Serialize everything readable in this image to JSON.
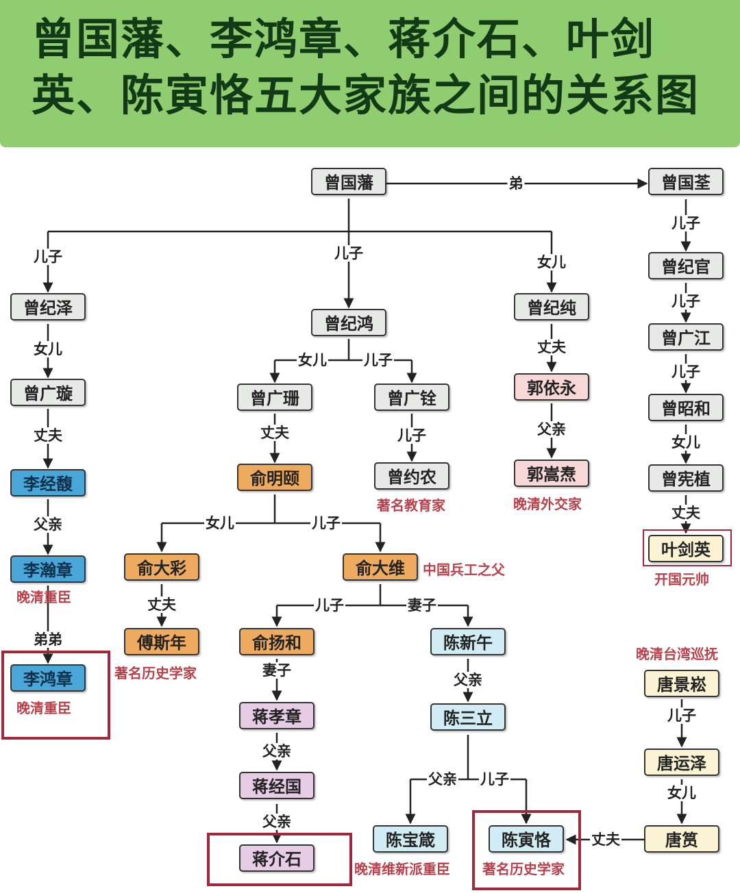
{
  "title": {
    "line1": "曾国藩、李鸿章、蒋介石、叶剑",
    "line2": "英、陈寅恪五大家族之间的关系图"
  },
  "people": {
    "zeng_guofan": "曾国藩",
    "zeng_guoquan": "曾国荃",
    "zeng_jize": "曾纪泽",
    "zeng_jihong": "曾纪鸿",
    "zeng_jichun": "曾纪纯",
    "zeng_jiguan": "曾纪官",
    "zeng_guangxuan": "曾广璇",
    "zeng_guangshan": "曾广珊",
    "zeng_guangquan": "曾广铨",
    "guo_yiyong": "郭依永",
    "zeng_guangjiang": "曾广江",
    "li_jingfu": "李经馥",
    "yu_mingyi": "俞明颐",
    "zeng_yuenong": "曾约农",
    "guo_songtao": "郭嵩焘",
    "zeng_zhaohe": "曾昭和",
    "zeng_xianzhi": "曾宪植",
    "li_hanzhang": "李瀚章",
    "yu_dacai": "俞大彩",
    "yu_dawei": "俞大维",
    "ye_jianying": "叶剑英",
    "li_hongzhang": "李鸿章",
    "fu_sinian": "傅斯年",
    "yu_yanghe": "俞扬和",
    "chen_xinwu": "陈新午",
    "tang_jingsong": "唐景崧",
    "jiang_xiaozhang": "蒋孝章",
    "chen_sanli": "陈三立",
    "tang_yunze": "唐运泽",
    "jiang_jingguo": "蒋经国",
    "chen_baozhen": "陈宝箴",
    "chen_yinke": "陈寅恪",
    "tang_yun": "唐筼",
    "jiang_jieshi": "蒋介石"
  },
  "relations": {
    "younger_brother": "弟",
    "son": "儿子",
    "daughter": "女儿",
    "husband": "丈夫",
    "father": "父亲",
    "brother": "弟弟",
    "wife": "妻子"
  },
  "notes": {
    "famous_educator": "著名教育家",
    "late_qing_diplomat": "晚清外交家",
    "late_qing_minister": "晚清重臣",
    "father_of_ordnance": "中国兵工之父",
    "marshal": "开国元帅",
    "famous_historian": "著名历史学家",
    "taiwan_governor": "晚清台湾巡抚",
    "reformist_minister": "晚清维新派重臣"
  },
  "colors": {
    "banner": "#90cc70",
    "title_text": "#133a16",
    "highlight": "#a0283a",
    "note_text": "#b8414b"
  }
}
